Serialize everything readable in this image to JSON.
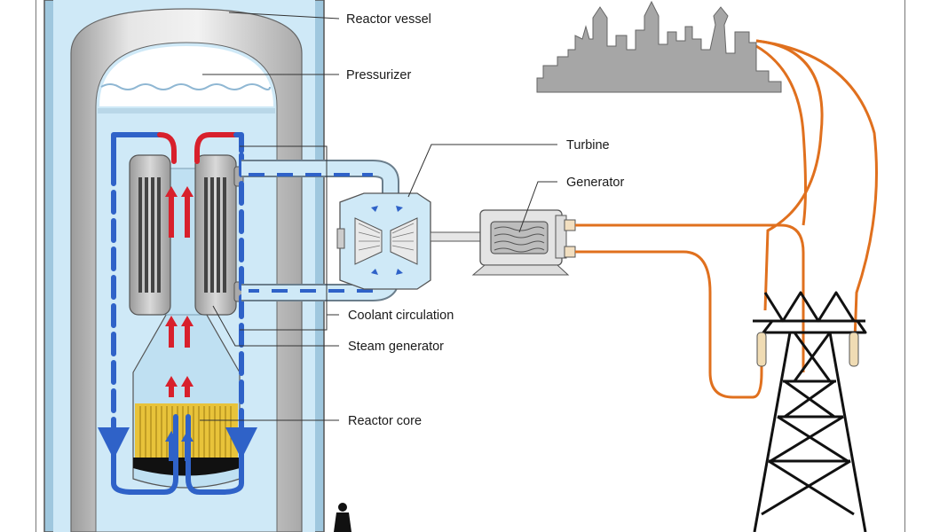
{
  "labels": {
    "reactor_vessel": "Reactor vessel",
    "pressurizer": "Pressurizer",
    "turbine": "Turbine",
    "generator": "Generator",
    "coolant_circulation": "Coolant circulation",
    "steam_generator": "Steam generator",
    "reactor_core": "Reactor core"
  },
  "colors": {
    "hot_flow": "#d8202c",
    "cool_flow": "#2f62c8",
    "water": "#cfe9f7",
    "core": "#e8c33a",
    "cable": "#e0701e",
    "metal": "#c9c9c9"
  },
  "icons": [
    "person-icon",
    "city-skyline-icon",
    "transmission-tower-icon",
    "turbine-icon",
    "generator-icon"
  ]
}
